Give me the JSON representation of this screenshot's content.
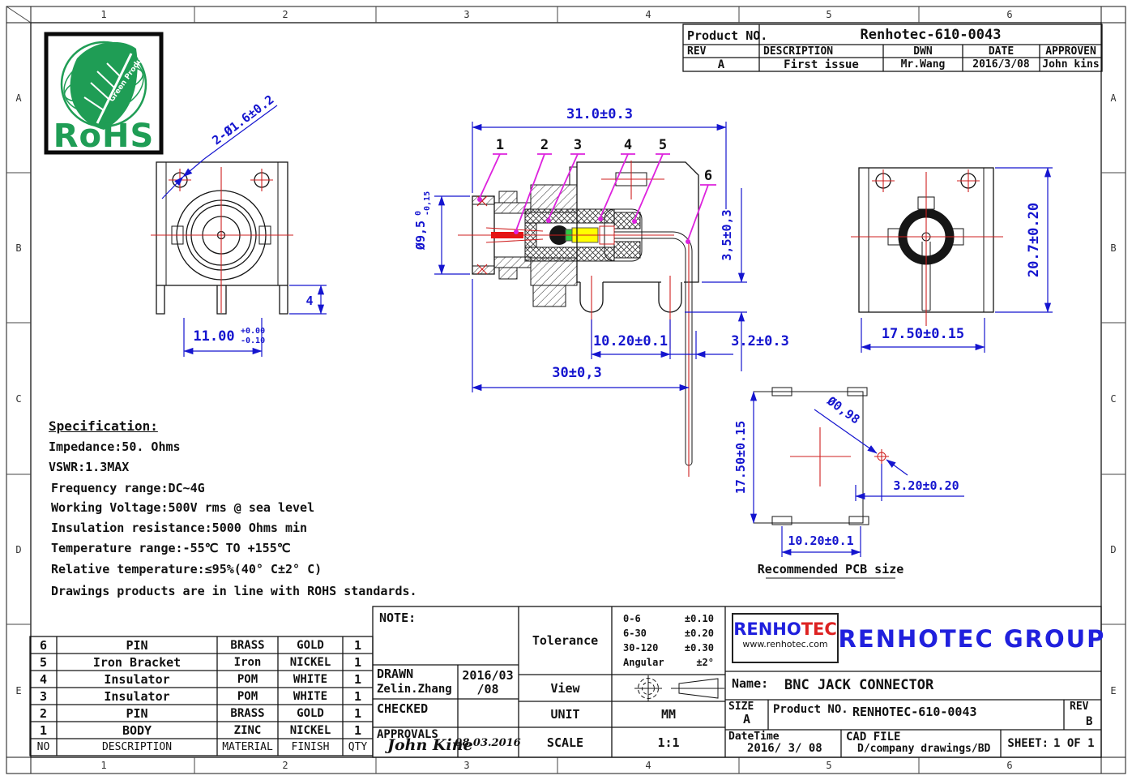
{
  "border": {
    "top_labels": [
      "1",
      "2",
      "3",
      "4",
      "5",
      "6"
    ],
    "bottom_labels": [
      "1",
      "2",
      "3",
      "4",
      "5",
      "6"
    ],
    "left_labels": [
      "A",
      "B",
      "C",
      "D",
      "E"
    ],
    "right_labels": [
      "A",
      "B",
      "C",
      "D",
      "E"
    ]
  },
  "rohs": {
    "title": "RoHS",
    "subtitle": "Green Product"
  },
  "rev_table": {
    "product_no_label": "Product NO.",
    "product_no": "Renhotec-610-0043",
    "headers": [
      "REV",
      "DESCRIPTION",
      "DWN",
      "DATE",
      "APPROVEN"
    ],
    "row": [
      "A",
      "First issue",
      "Mr.Wang",
      "2016/3/08",
      "John kins"
    ]
  },
  "dims": {
    "front_holes": "2-Ø1.6±0.2",
    "front_width": "11.00",
    "front_width_tp": "+0.00",
    "front_width_tm": "-0.10",
    "front_leg": "4",
    "sec_len": "31.0±0.3",
    "sec_dia": "Ø9,5",
    "sec_dia_tp": "0",
    "sec_dia_tm": "-0,15",
    "sec_tail": "3,5±0,3",
    "sec_pitch": "10.20±0.1",
    "sec_off": "3.2±0.3",
    "sec_total": "30±0,3",
    "callouts": [
      "1",
      "2",
      "3",
      "4",
      "5",
      "6"
    ],
    "rear_w": "17.50±0.15",
    "rear_h": "20.7±0.20",
    "pcb_h": "17.50±0.15",
    "pcb_hole": "Ø0,98",
    "pcb_off": "3.20±0.20",
    "pcb_pitch": "10.20±0.1",
    "pcb_caption": "Recommended PCB size"
  },
  "specification": {
    "title": "Specification: ",
    "lines": [
      "Impedance:50. Ohms",
      "VSWR:1.3MAX",
      "Frequency range:DC~4G",
      "Working Voltage:500V rms @ sea level",
      "Insulation resistance:5000 Ohms min",
      "Temperature range:-55℃ TO +155℃",
      "Relative temperature:≤95%(40° C±2° C)",
      "Drawings products are in line with ROHS standards."
    ]
  },
  "bom": {
    "headers": [
      "NO",
      "DESCRIPTION",
      "MATERIAL",
      "FINISH",
      "QTY"
    ],
    "rows": [
      [
        "6",
        "PIN",
        "BRASS",
        "GOLD",
        "1"
      ],
      [
        "5",
        "Iron Bracket",
        "Iron",
        "NICKEL",
        "1"
      ],
      [
        "4",
        "Insulator",
        "POM",
        "WHITE",
        "1"
      ],
      [
        "3",
        "Insulator",
        "POM",
        "WHITE",
        "1"
      ],
      [
        "2",
        "PIN",
        "BRASS",
        "GOLD",
        "1"
      ],
      [
        "1",
        "BODY",
        "ZINC",
        "NICKEL",
        "1"
      ]
    ]
  },
  "title_block": {
    "note_label": "NOTE:",
    "tolerance_label": "Tolerance",
    "tolerance_rows": [
      [
        "0-6",
        "±0.10"
      ],
      [
        "6-30",
        "±0.20"
      ],
      [
        "30-120",
        "±0.30"
      ],
      [
        "Angular",
        "±2°"
      ]
    ],
    "drawn_label": "DRAWN",
    "drawn_name": "Zelin.Zhang",
    "drawn_date": "2016/03/08",
    "checked_label": "CHECKED",
    "approvals_label": "APPROVALS",
    "approvals_sig": "John Kine",
    "approvals_date": "08.03.2016",
    "view_label": "View",
    "unit_label": "UNIT",
    "unit_value": "MM",
    "scale_label": "SCALE",
    "scale_value": "1:1"
  },
  "company": {
    "logo_main": "RENHO",
    "logo_accent": "TEC",
    "logo_url": "www.renhotec.com",
    "group_name": "RENHOTEC GROUP",
    "name_label": "Name:",
    "name_value": "BNC JACK CONNECTOR",
    "size_label": "SIZE",
    "size_value": "A",
    "product_label": "Product NO.",
    "product_value": "RENHOTEC-610-0043",
    "rev_label": "REV",
    "rev_value": "B",
    "datetime_label": "DateTime",
    "datetime_value": "2016/ 3/ 08",
    "cadfile_label": "CAD FILE",
    "cadfile_value": "D/company drawings/BD",
    "sheet_label": "SHEET:",
    "sheet_value": "1 OF 1"
  },
  "colors": {
    "dim_blue": "#1515cf",
    "center_red": "#cf1f1f",
    "callout_magenta": "#dd22dd",
    "rohs_green": "#1f9d55",
    "brand_blue": "#2020dd",
    "brand_red": "#dd2222",
    "contact_yellow": "#ffff00",
    "contact_green": "#2ecc40"
  }
}
